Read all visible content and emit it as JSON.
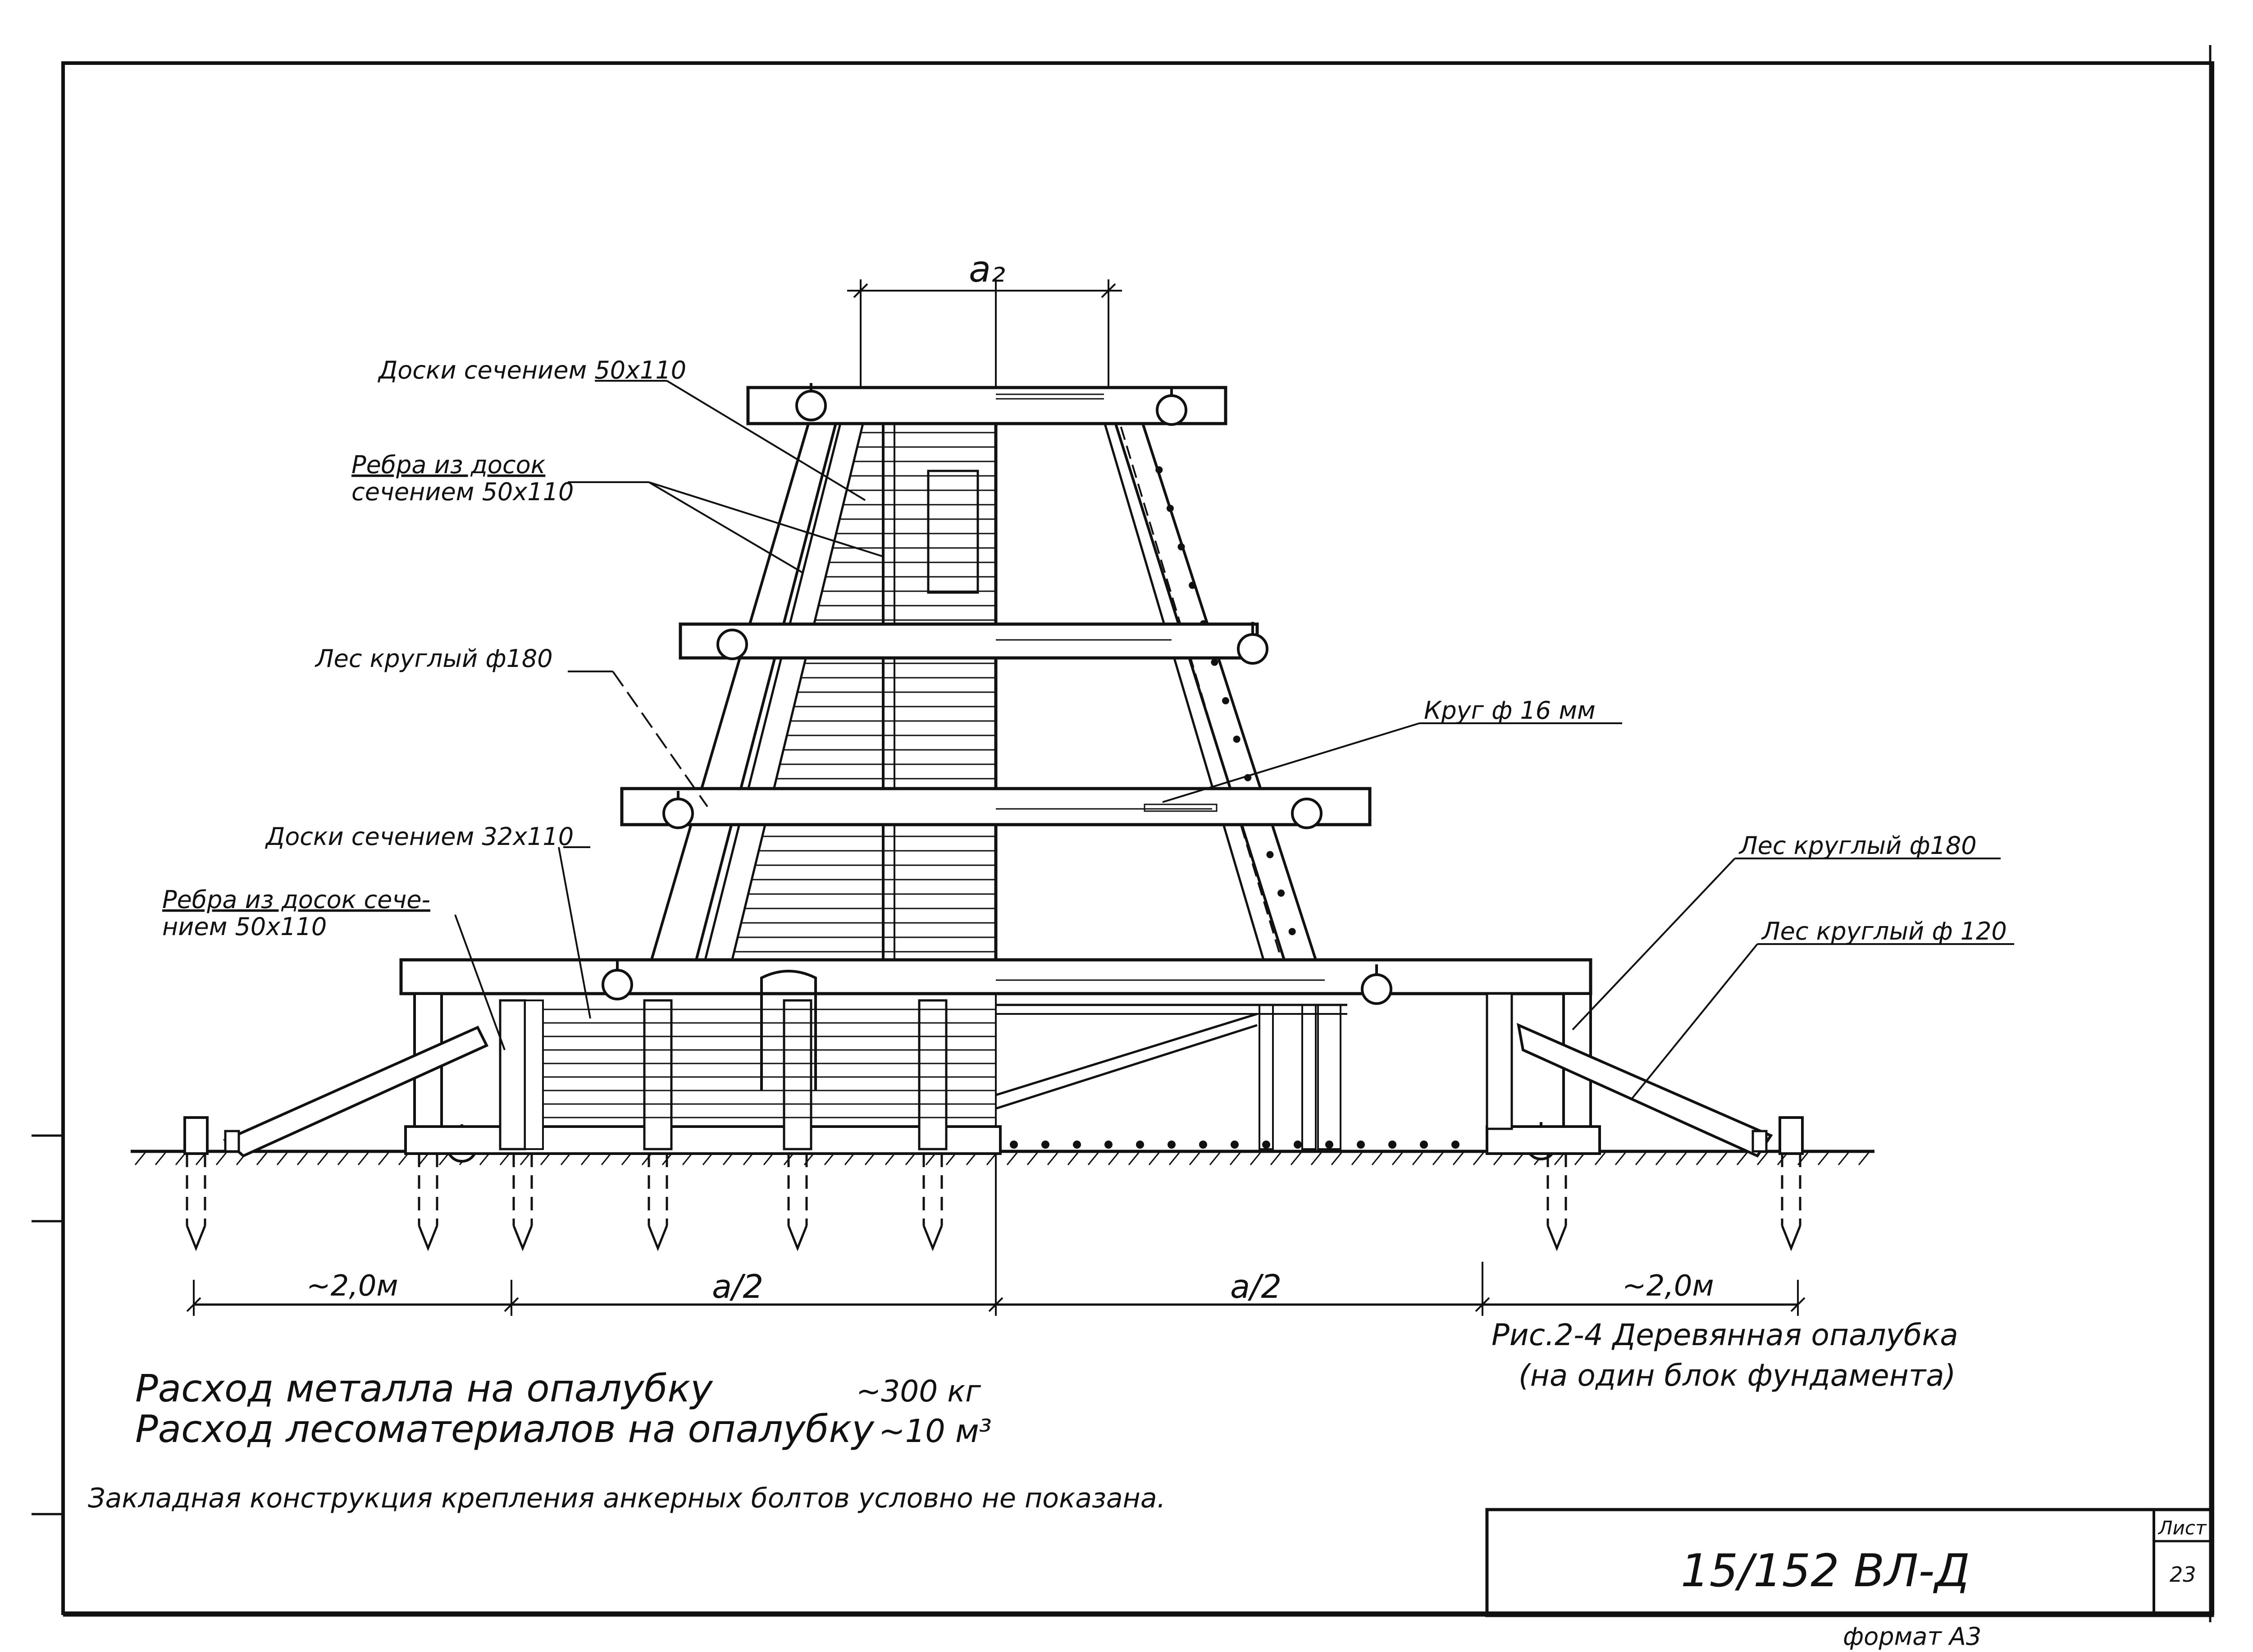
{
  "drawing": {
    "dimension_top": "a₂",
    "callouts": {
      "boards_50x110": "Доски сечением 50х110",
      "ribs_line1": "Ребра из досок",
      "ribs_line2": "сечением 50х110",
      "round_timber_left": "Лес круглый ф180",
      "boards_32x110": "Доски сечением 32х110",
      "ribs_lower_line1": "Ребра из досок сече-",
      "ribs_lower_line2": "нием 50х110",
      "rod": "Круг ф 16 мм",
      "round_timber_180": "Лес круглый ф180",
      "round_timber_120": "Лес круглый ф 120"
    },
    "dimensions_bottom": [
      "~2,0м",
      "a/2",
      "a/2",
      "~2,0м"
    ],
    "figure_caption_line1": "Рис.2-4 Деревянная опалубка",
    "figure_caption_line2": "(на один блок фундамента)"
  },
  "notes": {
    "metal_label": "Расход металла на опалубку",
    "metal_value": "~300 кг",
    "timber_label": "Расход лесоматериалов на опалубку",
    "timber_value": "~10 м³",
    "embedded_note": "Закладная конструкция крепления анкерных болтов условно не показана."
  },
  "title_block": {
    "code": "15/152 ВЛ-Д",
    "sheet_label": "Лист",
    "sheet_number": "23",
    "format": "формат А3"
  }
}
